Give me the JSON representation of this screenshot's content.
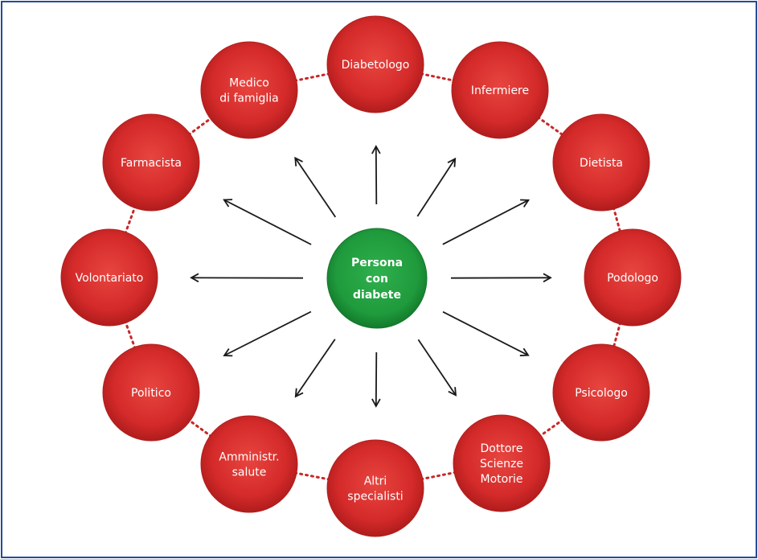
{
  "colors": {
    "border": "#1f4e9a",
    "node_fill": "#d42a2a",
    "node_edge": "#b21e1e",
    "center_fill": "#1f9a3c",
    "arrow": "#1a1a1a",
    "dots": "#c62828"
  },
  "center": {
    "lines": [
      "Persona",
      "con",
      "diabete"
    ]
  },
  "nodes": [
    {
      "id": "diabetologo",
      "lines": [
        "Diabetologo"
      ]
    },
    {
      "id": "infermiere",
      "lines": [
        "Infermiere"
      ]
    },
    {
      "id": "dietista",
      "lines": [
        "Dietista"
      ]
    },
    {
      "id": "podologo",
      "lines": [
        "Podologo"
      ]
    },
    {
      "id": "psicologo",
      "lines": [
        "Psicologo"
      ]
    },
    {
      "id": "dottore-scienze-motorie",
      "lines": [
        "Dottore",
        "Scienze",
        "Motorie"
      ]
    },
    {
      "id": "altri-specialisti",
      "lines": [
        "Altri",
        "specialisti"
      ]
    },
    {
      "id": "amministr-salute",
      "lines": [
        "Amministr.",
        "salute"
      ]
    },
    {
      "id": "politico",
      "lines": [
        "Politico"
      ]
    },
    {
      "id": "volontariato",
      "lines": [
        "Volontariato"
      ]
    },
    {
      "id": "farmacista",
      "lines": [
        "Farmacista"
      ]
    },
    {
      "id": "medico-di-famiglia",
      "lines": [
        "Medico",
        "di famiglia"
      ]
    }
  ]
}
